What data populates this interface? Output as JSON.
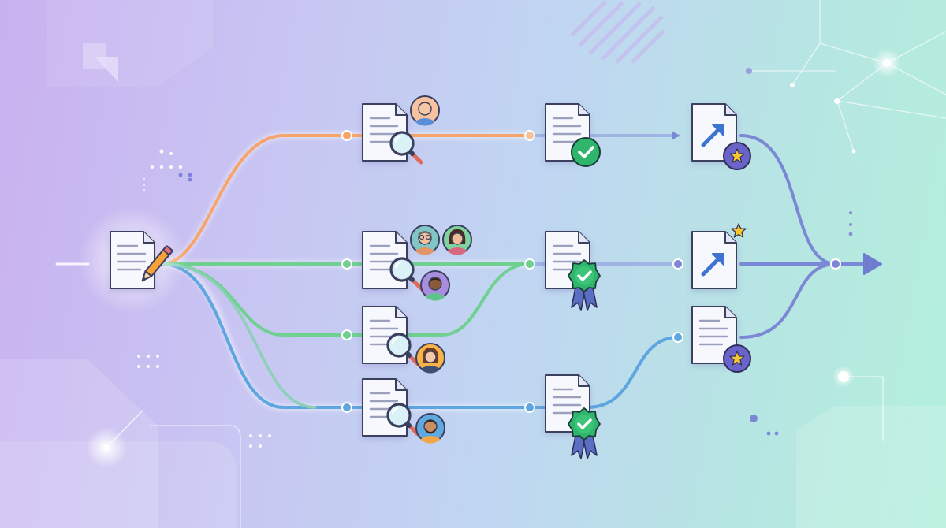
{
  "colors": {
    "orange": "#f7a46a",
    "green": "#6fd08f",
    "blue": "#5ea6e0",
    "purple": "#7b88d6",
    "check_green": "#2fb56c",
    "ribbon": "#5a6fc4",
    "star": "#f7c62f",
    "star_badge": "#6a63c9",
    "arrow_blue": "#3d74cf"
  },
  "nodes": [
    {
      "id": "source",
      "kind": "edit-document"
    },
    {
      "id": "review-1",
      "kind": "review-document",
      "reviewers": 1
    },
    {
      "id": "review-2",
      "kind": "review-document",
      "reviewers": 3
    },
    {
      "id": "review-3",
      "kind": "review-document",
      "reviewers": 1
    },
    {
      "id": "review-4",
      "kind": "review-document",
      "reviewers": 1
    },
    {
      "id": "approved-1",
      "kind": "approved-document"
    },
    {
      "id": "certified-1",
      "kind": "certified-document"
    },
    {
      "id": "certified-2",
      "kind": "certified-document"
    },
    {
      "id": "published-1",
      "kind": "published-document"
    },
    {
      "id": "published-2",
      "kind": "published-document"
    },
    {
      "id": "published-3",
      "kind": "published-document"
    },
    {
      "id": "output",
      "kind": "output-arrow"
    }
  ]
}
